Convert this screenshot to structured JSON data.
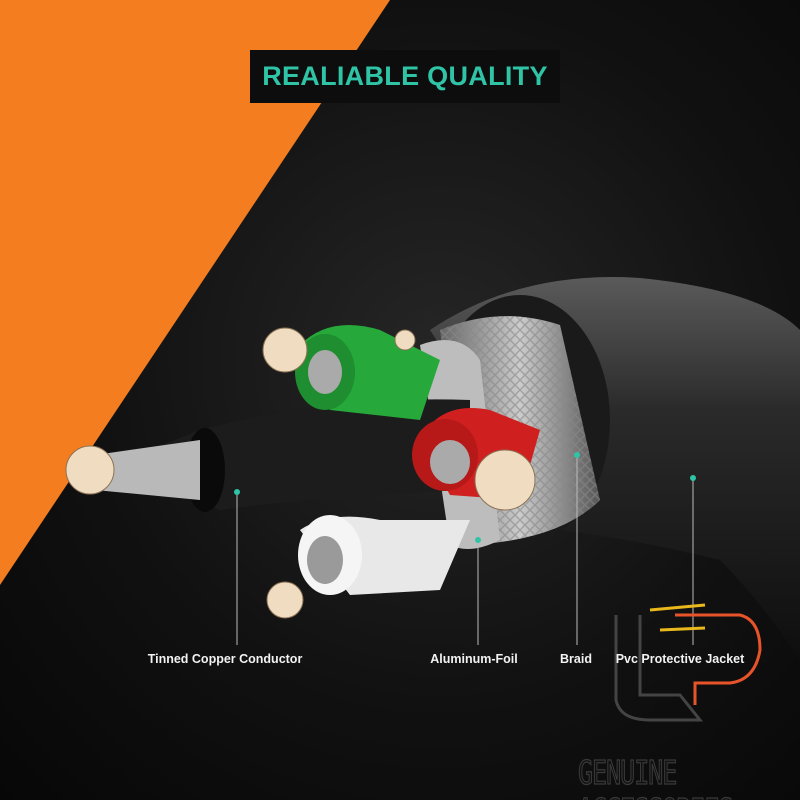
{
  "headline": "REALIABLE QUALITY",
  "labels": {
    "conductor": "Tinned Copper Conductor",
    "foil": "Aluminum-Foil",
    "braid": "Braid",
    "jacket": "Pvc Protective Jacket"
  },
  "watermark": {
    "brand_letters": "LP",
    "tagline": "GENUINE ACCESSORIES"
  },
  "colors": {
    "accent_orange": "#f47d20",
    "title_teal": "#2fc4a6",
    "leader_dot": "#2fc4a6"
  }
}
